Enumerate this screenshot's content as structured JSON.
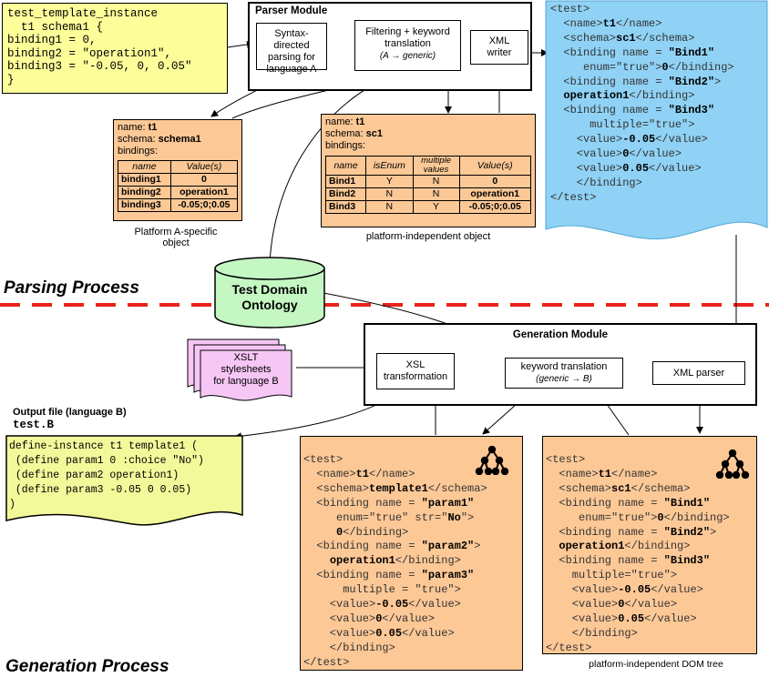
{
  "parsing_title": "Parsing Process",
  "generation_title": "Generation Process",
  "input_file": {
    "lines": [
      "test_template_instance",
      "  t1 schema1 {",
      "binding1 = 0,",
      "binding2 = \"operation1\",",
      "binding3 = \"-0.05, 0, 0.05\"",
      "}"
    ]
  },
  "parser_module": {
    "title": "Parser Module",
    "syntax_box": [
      "Syntax-directed",
      "parsing for",
      "language A"
    ],
    "filter_box": [
      "Filtering + keyword",
      "translation"
    ],
    "filter_sub": "(A → generic)",
    "xml_writer": [
      "XML",
      "writer"
    ]
  },
  "platform_a_object": {
    "name_label": "name: ",
    "name_value": "t1",
    "schema_label": "schema: ",
    "schema_value": "schema1",
    "bindings_label": "bindings:",
    "headers": [
      "name",
      "Value(s)"
    ],
    "rows": [
      [
        "binding1",
        "0"
      ],
      [
        "binding2",
        "operation1"
      ],
      [
        "binding3",
        "-0.05;0;0.05"
      ]
    ],
    "caption_line1": "Platform A-specific",
    "caption_line2": "object"
  },
  "platform_indep_object": {
    "name_label": "name: ",
    "name_value": "t1",
    "schema_label": "schema: ",
    "schema_value": "sc1",
    "bindings_label": "bindings:",
    "headers": [
      "name",
      "isEnum",
      "multiple values",
      "Value(s)"
    ],
    "rows": [
      [
        "Bind1",
        "Y",
        "N",
        "0"
      ],
      [
        "Bind2",
        "N",
        "N",
        "operation1"
      ],
      [
        "Bind3",
        "N",
        "Y",
        "-0.05;0;0.05"
      ]
    ],
    "caption": "platform-independent object"
  },
  "xml_output": [
    {
      "t": "<test>"
    },
    {
      "t": "  <name>",
      "b": "t1",
      "e": "</name>"
    },
    {
      "t": "  <schema>",
      "b": "sc1",
      "e": "</schema>"
    },
    {
      "t": "  <binding name = ",
      "b": "\"Bind1\"",
      "e": ""
    },
    {
      "t": "     enum=\"true\">",
      "b": "0",
      "e": "</binding>"
    },
    {
      "t": "  <binding name = ",
      "b": "\"Bind2\"",
      "e": ">"
    },
    {
      "t": "  ",
      "b": "operation1",
      "e": "</binding>"
    },
    {
      "t": "  <binding name = ",
      "b": "\"Bind3\"",
      "e": ""
    },
    {
      "t": "      multiple=\"true\">",
      "b": "",
      "e": ""
    },
    {
      "t": "    <value>",
      "b": "-0.05",
      "e": "</value>"
    },
    {
      "t": "    <value>",
      "b": "0",
      "e": "</value>"
    },
    {
      "t": "    <value>",
      "b": "0.05",
      "e": "</value>"
    },
    {
      "t": "    </binding>",
      "b": "",
      "e": ""
    },
    {
      "t": "</test>",
      "b": "",
      "e": ""
    }
  ],
  "ontology": [
    "Test Domain",
    "Ontology"
  ],
  "xslt": [
    "XSLT",
    "stylesheets",
    "for language B"
  ],
  "generation_module": {
    "title": "Generation Module",
    "xsl_box": [
      "XSL",
      "transformation"
    ],
    "kw_box": "keyword translation",
    "kw_sub": "(generic → B)",
    "xml_parser": "XML parser"
  },
  "output_file": {
    "label": "Output file (language B)",
    "filename": "test.B",
    "lines": [
      "define-instance t1 template1 (",
      " (define param1 0 :choice \"No\")",
      " (define param2 operation1)",
      " (define param3 -0.05 0 0.05)",
      ")"
    ]
  },
  "xml_template": [
    {
      "t": "<test>"
    },
    {
      "t": "  <name>",
      "b": "t1",
      "e": "</name>"
    },
    {
      "t": "  <schema>",
      "b": "template1",
      "e": "</schema>"
    },
    {
      "t": "  <binding name = ",
      "b": "\"param1\"",
      "e": ""
    },
    {
      "t": "     enum=\"true\" str=\"",
      "b": "No",
      "e": "\">"
    },
    {
      "t": "     ",
      "b": "0",
      "e": "</binding>"
    },
    {
      "t": "  <binding name = ",
      "b": "\"param2\"",
      "e": ">"
    },
    {
      "t": "    ",
      "b": "operation1",
      "e": "</binding>"
    },
    {
      "t": "  <binding name = ",
      "b": "\"param3\"",
      "e": ""
    },
    {
      "t": "      multiple = \"true\">",
      "b": "",
      "e": ""
    },
    {
      "t": "    <value>",
      "b": "-0.05",
      "e": "</value>"
    },
    {
      "t": "    <value>",
      "b": "0",
      "e": "</value>"
    },
    {
      "t": "    <value>",
      "b": "0.05",
      "e": "</value>"
    },
    {
      "t": "    </binding>",
      "b": "",
      "e": ""
    },
    {
      "t": "</test>",
      "b": "",
      "e": ""
    }
  ],
  "xml_dom": [
    {
      "t": "<test>"
    },
    {
      "t": "  <name>",
      "b": "t1",
      "e": "</name>"
    },
    {
      "t": "  <schema>",
      "b": "sc1",
      "e": "</schema>"
    },
    {
      "t": "  <binding name = ",
      "b": "\"Bind1\"",
      "e": ""
    },
    {
      "t": "     enum=\"true\">",
      "b": "0",
      "e": "</binding>"
    },
    {
      "t": "  <binding name = ",
      "b": "\"Bind2\"",
      "e": ">"
    },
    {
      "t": "  ",
      "b": "operation1",
      "e": "</binding>"
    },
    {
      "t": "  <binding name = ",
      "b": "\"Bind3\"",
      "e": ""
    },
    {
      "t": "    multiple=\"true\">",
      "b": "",
      "e": ""
    },
    {
      "t": "    <value>",
      "b": "-0.05",
      "e": "</value>"
    },
    {
      "t": "    <value>",
      "b": "0",
      "e": "</value>"
    },
    {
      "t": "    <value>",
      "b": "0.05",
      "e": "</value>"
    },
    {
      "t": "    </binding>",
      "b": "",
      "e": ""
    },
    {
      "t": "</test>",
      "b": "",
      "e": ""
    }
  ],
  "dom_caption": "platform-independent DOM tree",
  "colors": {
    "separator": "#e8231c",
    "ontology": "#c4f7c2",
    "xslt": "#f6c6f5",
    "xml_output": "#8fd2f5",
    "orange_doc": "#fcc896",
    "yellow_doc": "#fdfd9a"
  }
}
